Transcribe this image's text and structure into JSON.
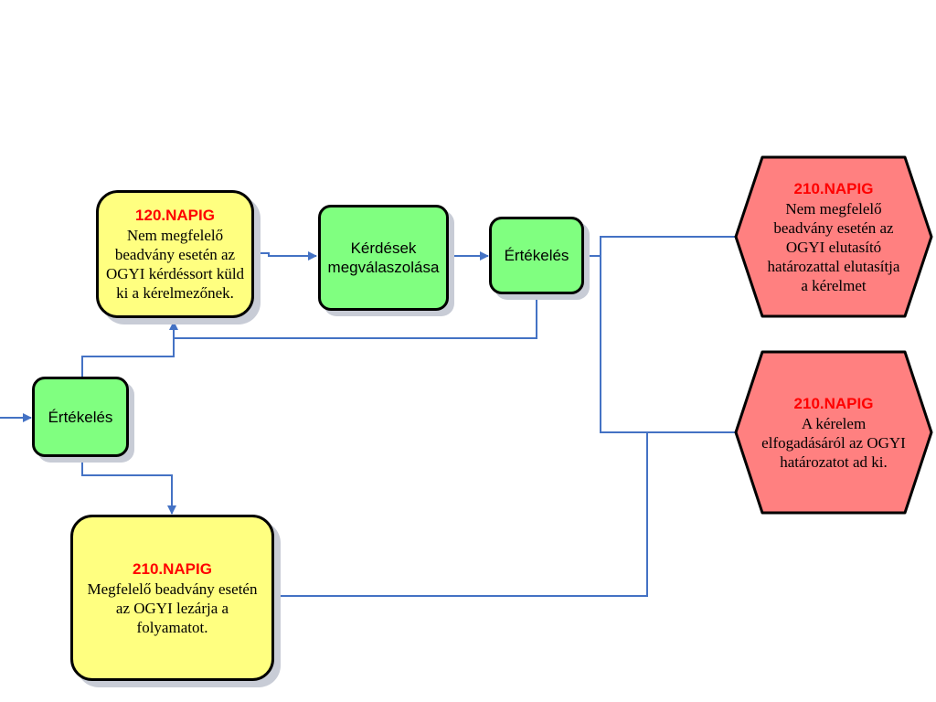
{
  "nodes": {
    "eval_left": {
      "label": "Értékelés"
    },
    "deadline_120": {
      "deadline": "120.NAPIG",
      "text": "Nem megfelelő beadvány esetén az OGYI kérdéssort küld ki a kérelmezőnek."
    },
    "answer_questions": {
      "label": "Kérdések megválaszolása"
    },
    "eval_middle": {
      "label": "Értékelés"
    },
    "closure_210": {
      "deadline": "210.NAPIG",
      "text": "Megfelelő beadvány esetén az OGYI lezárja a folyamatot."
    },
    "reject_210": {
      "deadline": "210.NAPIG",
      "text": "Nem megfelelő beadvány esetén az OGYI elutasító határozattal elutasítja a kérelmet"
    },
    "accept_210": {
      "deadline": "210.NAPIG",
      "text": "A kérelem elfogadásáról az OGYI határozatot ad ki."
    }
  },
  "colors": {
    "connector": "#4472c4",
    "yellow_fill": "#ffff80",
    "green_fill": "#80ff80",
    "red_fill": "#ff8080",
    "deadline_text": "#ff0000"
  }
}
